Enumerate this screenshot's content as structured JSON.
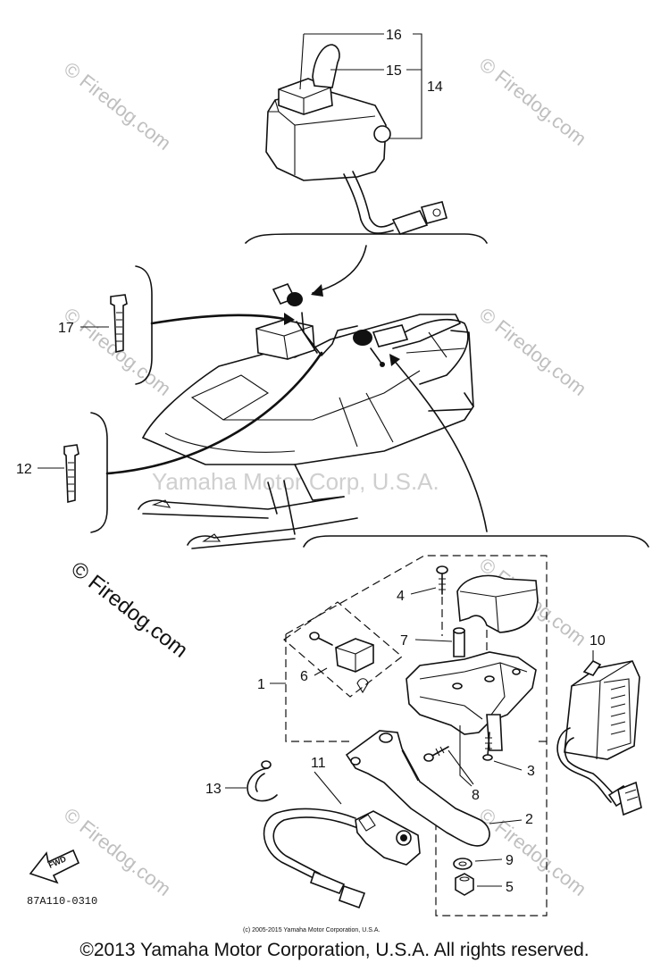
{
  "callouts": {
    "c1": "1",
    "c2": "2",
    "c3": "3",
    "c4": "4",
    "c5": "5",
    "c6": "6",
    "c7": "7",
    "c8": "8",
    "c9": "9",
    "c10": "10",
    "c11": "11",
    "c12": "12",
    "c13": "13",
    "c14": "14",
    "c15": "15",
    "c16": "16",
    "c17": "17"
  },
  "watermark": {
    "firedog": "© Firedog.com",
    "yamaha": "Yamaha Motor Corp, U.S.A."
  },
  "part_number": "87A110-0310",
  "fwd_label": "FWD",
  "small_copyright": "(c) 2005-2015 Yamaha Motor Corporation, U.S.A.",
  "copyright": "©2013 Yamaha Motor Corporation, U.S.A. All rights reserved.",
  "icons": [
    "fwd-arrow-icon"
  ]
}
